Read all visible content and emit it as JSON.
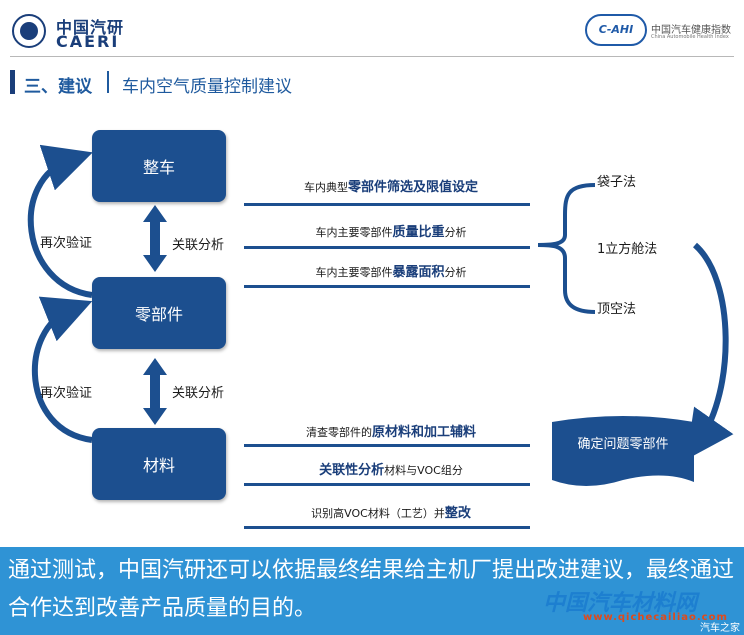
{
  "header": {
    "logo_cn": "中国汽研",
    "logo_en": "CAERI",
    "cahi_badge": "C-AHI",
    "cahi_cn": "中国汽车健康指数",
    "cahi_en": "China Automobile Health Index"
  },
  "section": {
    "title": "三、建议",
    "subtitle": "车内空气质量控制建议"
  },
  "diagram": {
    "box_vehicle": "整车",
    "box_parts": "零部件",
    "box_materials": "材料",
    "revalidate_top": "再次验证",
    "revalidate_bottom": "再次验证",
    "correlation_top": "关联分析",
    "correlation_bottom": "关联分析",
    "step1_pre": "车内典型",
    "step1_bold": "零部件筛选及限值设定",
    "step2_pre": "车内主要零部件",
    "step2_bold": "质量比重",
    "step2_post": "分析",
    "step3_pre": "车内主要零部件",
    "step3_bold": "暴露面积",
    "step3_post": "分析",
    "step4_pre": "清查零部件的",
    "step4_bold": "原材料和加工辅料",
    "step5_bold": "关联性分析",
    "step5_post": "材料与VOC组分",
    "step6_pre": "识别高VOC材料（工艺）并",
    "step6_bold": "整改",
    "method_bag": "袋子法",
    "method_cabin": "1立方舱法",
    "method_headspace": "顶空法",
    "result_doc": "确定问题零部件"
  },
  "footer": {
    "text": "通过测试，中国汽研还可以依据最终结果给主机厂提出改进建议，最终通过合作达到改善产品质量的目的。",
    "watermark": "中国汽车材料网",
    "watermark_url": "www.qichecailiao.com",
    "watermark2": "汽车之家"
  },
  "colors": {
    "box_blue": "#1c4f8f",
    "title_blue": "#1f5a9e",
    "footer_blue": "#2f93d5"
  }
}
